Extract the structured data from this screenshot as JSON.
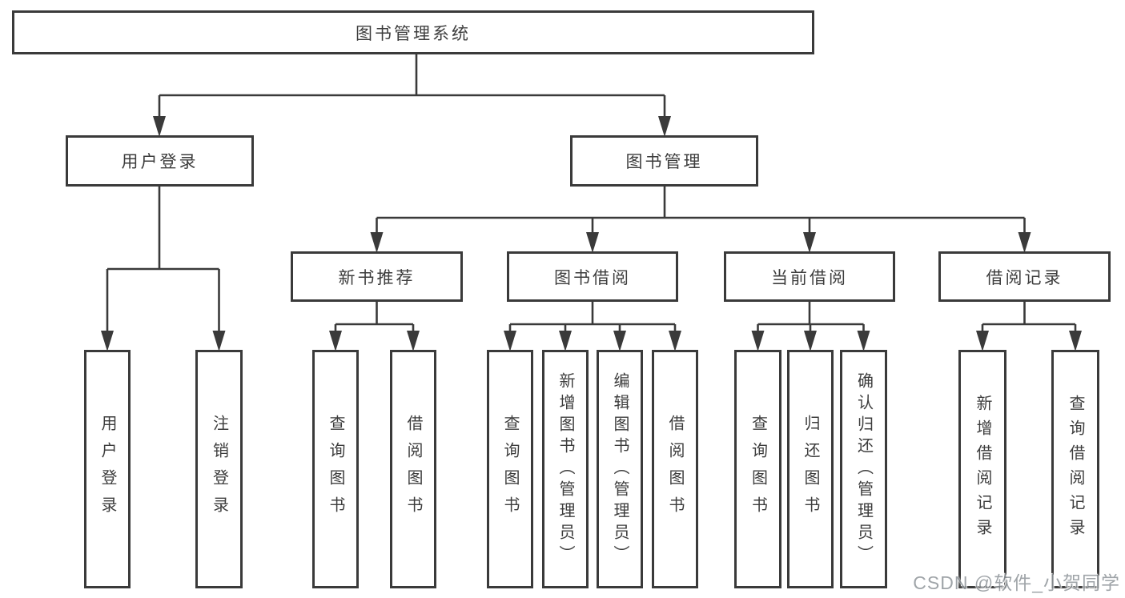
{
  "colors": {
    "line": "#3a3a3a",
    "text": "#3d3d3d",
    "background": "#ffffff",
    "watermark": "#8f959a"
  },
  "watermark": {
    "text": "CSDN @软件_小贺同学"
  },
  "tree": {
    "root": {
      "label": "图书管理系统"
    },
    "user_login": {
      "label": "用户登录",
      "children": [
        {
          "label": "用户登录"
        },
        {
          "label": "注销登录"
        }
      ]
    },
    "book_mgmt": {
      "label": "图书管理",
      "sections": [
        {
          "label": "新书推荐",
          "children": [
            {
              "label": "查询图书"
            },
            {
              "label": "借阅图书"
            }
          ]
        },
        {
          "label": "图书借阅",
          "children": [
            {
              "label": "查询图书"
            },
            {
              "label": "新增图书（管理员）"
            },
            {
              "label": "编辑图书（管理员）"
            },
            {
              "label": "借阅图书"
            }
          ]
        },
        {
          "label": "当前借阅",
          "children": [
            {
              "label": "查询图书"
            },
            {
              "label": "归还图书"
            },
            {
              "label": "确认归还（管理员）"
            }
          ]
        },
        {
          "label": "借阅记录",
          "children": [
            {
              "label": "新增借阅记录"
            },
            {
              "label": "查询借阅记录"
            }
          ]
        }
      ]
    }
  }
}
